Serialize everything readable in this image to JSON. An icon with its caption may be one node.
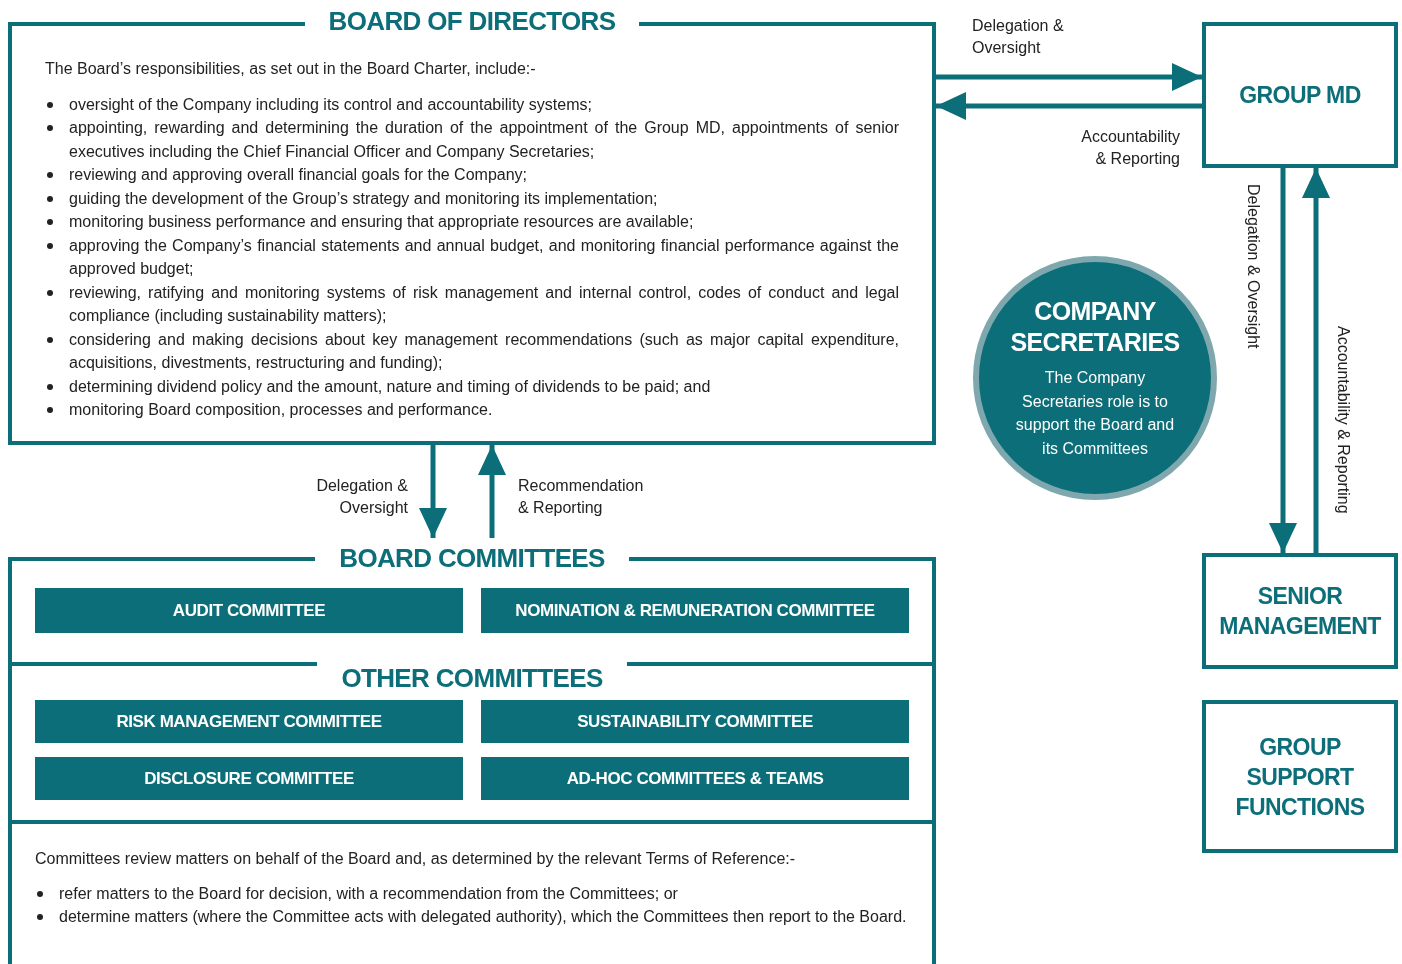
{
  "diagram": {
    "nodes": [
      {
        "text": [
          "BOARD OF DIRECTORS",
          "The Board’s responsibilities, as set out in the Board Charter, include:-",
          "oversight of the Company including its control and accountability systems;",
          "appointing, rewarding and determining the duration of the appointment of the Group MD, appointments of senior executives including the Chief Financial Officer and Company Secretaries;",
          "reviewing and approving overall financial goals for the Company;",
          "guiding the development of the Group’s strategy and monitoring its implementation;",
          "monitoring business performance and ensuring that appropriate resources are available;",
          "approving the Company’s financial statements and annual budget, and monitoring financial performance against the approved budget;",
          "reviewing, ratifying and monitoring systems of risk management and internal control, codes of conduct and legal compliance (including sustainability matters);",
          "considering and making decisions about key management recommendations (such as major capital expenditure, acquisitions, divestments, restructuring and funding);",
          "determining dividend policy and the amount, nature and timing of dividends to be paid; and",
          "monitoring Board composition, processes and performance."
        ]
      },
      {
        "text": [
          "GROUP MD"
        ]
      },
      {
        "text": [
          "COMPANY SECRETARIES",
          "The Company Secretaries role is to support the Board and its Committees"
        ]
      },
      {
        "text": [
          "BOARD COMMITTEES"
        ]
      },
      {
        "text": [
          "AUDIT COMMITTEE"
        ],
        "in": 3
      },
      {
        "text": [
          "NOMINATION & REMUNERATION COMMITTEE"
        ],
        "in": 3
      },
      {
        "text": [
          "OTHER COMMITTEES"
        ]
      },
      {
        "text": [
          "RISK MANAGEMENT COMMITTEE"
        ],
        "in": 6
      },
      {
        "text": [
          "SUSTAINABILITY COMMITTEE"
        ],
        "in": 6
      },
      {
        "text": [
          "DISCLOSURE COMMITTEE"
        ],
        "in": 6
      },
      {
        "text": [
          "AD-HOC COMMITTEES & TEAMS"
        ],
        "in": 6
      },
      {
        "text": [
          "Committees review matters on behalf of the Board and, as determined by the relevant Terms of Reference:-",
          "refer matters to the Board for decision, with a recommendation from the Committees; or",
          "determine matters (where the Committee acts with delegated authority), which the Committees then report to the Board."
        ]
      },
      {
        "text": [
          "SENIOR MANAGEMENT"
        ]
      },
      {
        "text": [
          "GROUP SUPPORT FUNCTIONS"
        ]
      }
    ],
    "edges": [
      {
        "from": 0,
        "to": 1,
        "arrow": "to",
        "label": "Delegation & Oversight"
      },
      {
        "from": 1,
        "to": 0,
        "arrow": "to",
        "label": "Accountability & Reporting"
      },
      {
        "from": 0,
        "to": 3,
        "arrow": "to",
        "label": "Delegation & Oversight"
      },
      {
        "from": 3,
        "to": 0,
        "arrow": "to",
        "label": "Recommendation & Reporting"
      },
      {
        "from": 1,
        "to": 12,
        "arrow": "to",
        "label": "Delegation & Oversight"
      },
      {
        "from": 12,
        "to": 1,
        "arrow": "to",
        "label": "Accountability & Reporting"
      }
    ]
  }
}
